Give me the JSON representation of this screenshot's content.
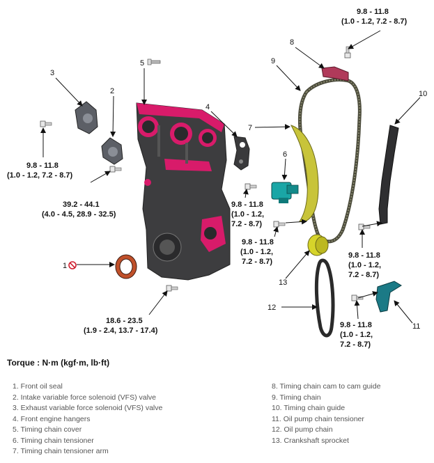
{
  "callouts": {
    "n1": "1",
    "n2": "2",
    "n3": "3",
    "n4": "4",
    "n5": "5",
    "n6": "6",
    "n7": "7",
    "n8": "8",
    "n9": "9",
    "n10": "10",
    "n11": "11",
    "n12": "12",
    "n13": "13"
  },
  "torque_specs": {
    "cam_guide_top": [
      "9.8 - 11.8",
      "(1.0 - 1.2, 7.2 - 8.7)"
    ],
    "vfs_left": [
      "9.8 - 11.8",
      "(1.0 - 1.2, 7.2 - 8.7)"
    ],
    "cover_mid": [
      "39.2 - 44.1",
      "(4.0 - 4.5, 28.9 - 32.5)"
    ],
    "tensioner": [
      "9.8 - 11.8",
      "(1.0 - 1.2,",
      "7.2 - 8.7)"
    ],
    "tensioner_arm": [
      "9.8 - 11.8",
      "(1.0 - 1.2,",
      "7.2 - 8.7)"
    ],
    "chain_guide": [
      "9.8 - 11.8",
      "(1.0 - 1.2,",
      "7.2 - 8.7)"
    ],
    "oil_pump_tensioner": [
      "9.8 - 11.8",
      "(1.0 - 1.2,",
      "7.2 - 8.7)"
    ],
    "cover_bottom": [
      "18.6 - 23.5",
      "(1.9 - 2.4, 13.7 - 17.4)"
    ]
  },
  "torque_title": "Torque : N·m (kgf·m, lb·ft)",
  "legend_left": [
    "1. Front oil seal",
    "2. Intake variable force solenoid (VFS) valve",
    "3. Exhaust variable force solenoid (VFS) valve",
    "4. Front engine hangers",
    "5. Timing chain cover",
    "6. Timing chain tensioner",
    "7. Timing chain tensioner arm"
  ],
  "legend_right": [
    "8. Timing chain cam to cam guide",
    "9. Timing chain",
    "10. Timing chain guide",
    "11. Oil pump chain tensioner",
    "12. Oil pump chain",
    "13. Crankshaft sprocket"
  ],
  "colors": {
    "cover": "#3d3d3f",
    "highlight": "#d81b6a",
    "chain": "#4a4a3a",
    "tensioner_arm": "#c8c43a",
    "tensioner": "#1aa6a6",
    "sprocket": "#d6d42a",
    "guide": "#2f2f31",
    "seal": "#c0502a",
    "cam_guide": "#b03a5a"
  },
  "icons": [
    "no-reuse-icon",
    "bolt-icon"
  ]
}
